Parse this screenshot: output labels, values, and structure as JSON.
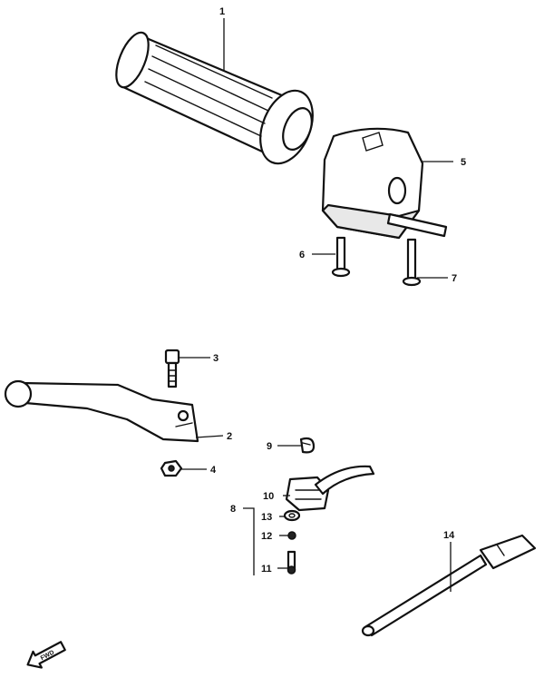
{
  "callouts": {
    "c1": "1",
    "c2": "2",
    "c3": "3",
    "c4": "4",
    "c5": "5",
    "c6": "6",
    "c7": "7",
    "c8": "8",
    "c9": "9",
    "c10": "10",
    "c11": "11",
    "c12": "12",
    "c13": "13",
    "c14": "14"
  },
  "direction_marker": {
    "label": "FWD",
    "icon": "forward-arrow-icon"
  }
}
